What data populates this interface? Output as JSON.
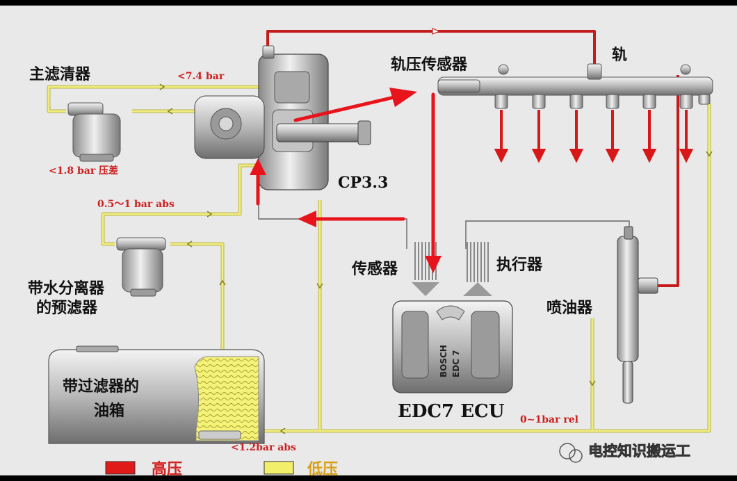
{
  "labels": {
    "main_filter": "主滤清器",
    "main_filter_dp": "<1.8 bar 压差",
    "return_pressure": "<7.4 bar",
    "prefilter_pressure": "0.5～1 bar abs",
    "prefilter": [
      "带水分离器",
      "的预滤器"
    ],
    "tank": [
      "带过滤器的",
      "油箱"
    ],
    "tank_pressure": "<1.2bar abs",
    "rail_sensor": "轨压传感器",
    "rail": "轨",
    "pump": "CP3.3",
    "sensors": "传感器",
    "actuators": "执行器",
    "injector": "喷油器",
    "injector_return": "0~1bar rel",
    "ecu": "EDC7 ECU",
    "ecu_brand": "BOSCH",
    "ecu_model": "EDC 7"
  },
  "legend": [
    {
      "label": "高压",
      "color": "#e01919"
    },
    {
      "label": "低压",
      "color": "#f2ef6a"
    }
  ],
  "watermark": "电控知识搬运工",
  "colors": {
    "high_pressure": "#d41c1c",
    "low_pressure": "#e6e27a",
    "arrow_red": "#e8141b",
    "label_red": "#cc1f1f"
  }
}
